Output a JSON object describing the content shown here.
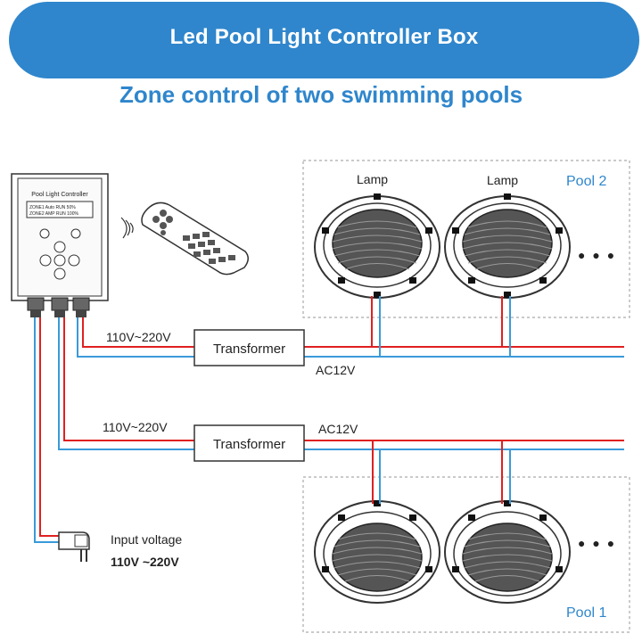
{
  "header": {
    "title": "Led Pool Light Controller Box",
    "subtitle": "Zone control of two swimming pools"
  },
  "controller": {
    "label": "Pool Light Controller",
    "lcd_line1": "ZONE1 Auto RUN 50%",
    "lcd_line2": "ZONE2 AMP  RUN 100%"
  },
  "pool2": {
    "name": "Pool 2",
    "lamp_labels": [
      "Lamp",
      "Lamp"
    ],
    "more": "● ● ●"
  },
  "pool1": {
    "name": "Pool 1",
    "more": "● ● ●"
  },
  "circuit_top": {
    "input": "110V~220V",
    "transformer": "Transformer",
    "output": "AC12V"
  },
  "circuit_bottom": {
    "input": "110V~220V",
    "transformer": "Transformer",
    "output": "AC12V"
  },
  "power_input": {
    "label": "Input voltage",
    "value": "110V ~220V"
  },
  "colors": {
    "brand_blue": "#2f86cc",
    "wire_red": "#e02020",
    "wire_blue": "#3a9ad9"
  }
}
